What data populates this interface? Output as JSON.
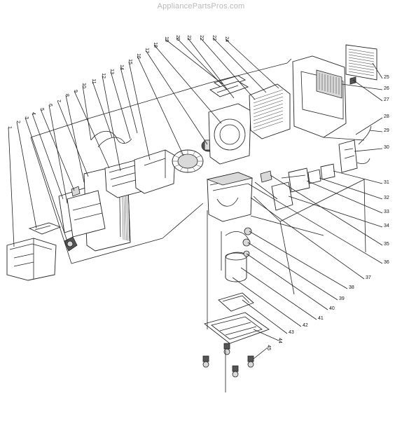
{
  "watermark": "AppliancePartsPros.com",
  "callouts": [
    {
      "n": "1",
      "label": "1"
    },
    {
      "n": "2",
      "label": "2"
    },
    {
      "n": "3",
      "label": "3"
    },
    {
      "n": "4",
      "label": "4"
    },
    {
      "n": "5",
      "label": "5"
    },
    {
      "n": "6",
      "label": "6"
    },
    {
      "n": "7",
      "label": "7"
    },
    {
      "n": "8",
      "label": "8"
    },
    {
      "n": "9",
      "label": "9"
    },
    {
      "n": "10",
      "label": "10"
    },
    {
      "n": "11",
      "label": "11"
    },
    {
      "n": "12",
      "label": "12"
    },
    {
      "n": "13",
      "label": "13"
    },
    {
      "n": "14",
      "label": "14"
    },
    {
      "n": "15",
      "label": "15"
    },
    {
      "n": "16",
      "label": "16"
    },
    {
      "n": "17",
      "label": "17"
    },
    {
      "n": "18",
      "label": "18"
    },
    {
      "n": "19",
      "label": "19"
    },
    {
      "n": "20",
      "label": "20"
    },
    {
      "n": "21",
      "label": "21"
    },
    {
      "n": "22",
      "label": "22"
    },
    {
      "n": "23",
      "label": "23"
    },
    {
      "n": "24",
      "label": "24"
    },
    {
      "n": "25",
      "label": "25"
    },
    {
      "n": "26",
      "label": "26"
    },
    {
      "n": "27",
      "label": "27"
    },
    {
      "n": "28",
      "label": "28"
    },
    {
      "n": "29",
      "label": "29"
    },
    {
      "n": "30",
      "label": "30"
    },
    {
      "n": "31",
      "label": "31"
    },
    {
      "n": "32",
      "label": "32"
    },
    {
      "n": "33",
      "label": "33"
    },
    {
      "n": "34",
      "label": "34"
    },
    {
      "n": "35",
      "label": "35"
    },
    {
      "n": "36",
      "label": "36"
    },
    {
      "n": "37",
      "label": "37"
    },
    {
      "n": "38",
      "label": "38"
    },
    {
      "n": "39",
      "label": "39"
    },
    {
      "n": "40",
      "label": "40"
    },
    {
      "n": "41",
      "label": "41"
    },
    {
      "n": "42",
      "label": "42"
    },
    {
      "n": "43",
      "label": "43"
    },
    {
      "n": "44",
      "label": "44"
    },
    {
      "n": "45",
      "label": "45"
    }
  ]
}
